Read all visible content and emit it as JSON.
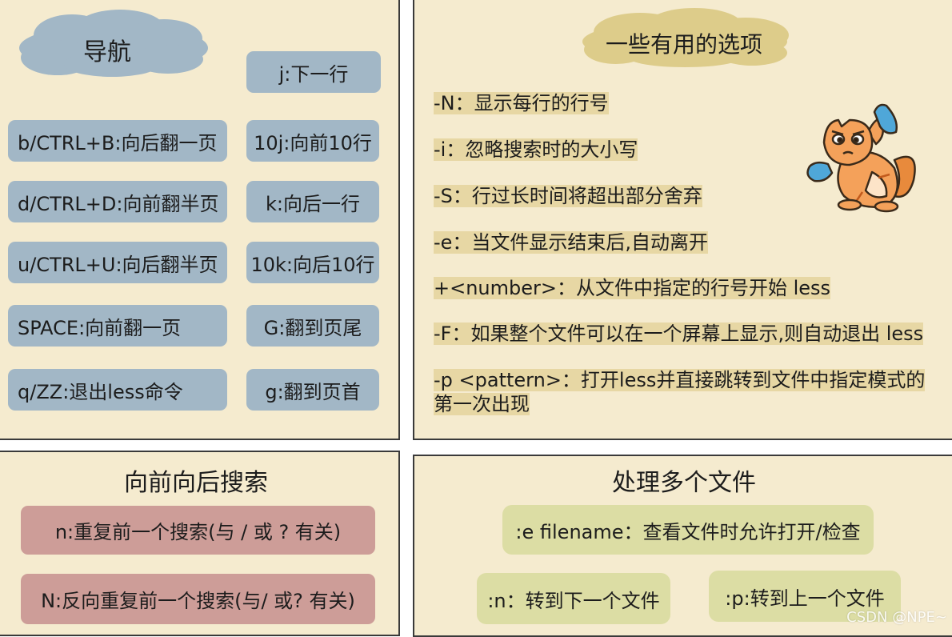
{
  "navigation": {
    "title": "导航",
    "items_left": [
      "b/CTRL+B:向后翻一页",
      "d/CTRL+D:向前翻半页",
      "u/CTRL+U:向后翻半页",
      "SPACE:向前翻一页",
      "q/ZZ:退出less命令"
    ],
    "items_right": [
      "j:下一行",
      "10j:向前10行",
      "k:向后一行",
      "10k:向后10行",
      "G:翻到页尾",
      "g:翻到页首"
    ]
  },
  "options": {
    "title": "一些有用的选项",
    "items": [
      "-N：显示每行的行号",
      "-i：忽略搜索时的大小写",
      "-S：行过长时间将超出部分舍弃",
      "-e：当文件显示结束后,自动离开",
      "+<number>：从文件中指定的行号开始 less",
      "-F：如果整个文件可以在一个屏幕上显示,则自动退出 less",
      "-p <pattern>：打开less并直接跳转到文件中指定模式的第一次出现"
    ]
  },
  "search": {
    "title": "向前向后搜索",
    "items": [
      "n:重复前一个搜索(与 / 或 ? 有关)",
      "N:反向重复前一个搜索(与/ 或? 有关)"
    ]
  },
  "files": {
    "title": "处理多个文件",
    "items": [
      ":e filename：查看文件时允许打开/检查",
      ":n：转到下一个文件",
      ":p:转到上一个文件"
    ]
  },
  "watermark": "CSDN @NPE~",
  "colors": {
    "panel_bg": "#f5ebcf",
    "blue_chip": "#a2b7c6",
    "red_chip": "#cd9d98",
    "green_chip": "#dcdda4",
    "cloud_blue": "#a2b7c6",
    "cloud_tan": "#ddcc8a",
    "highlight": "#e7d7a4"
  }
}
